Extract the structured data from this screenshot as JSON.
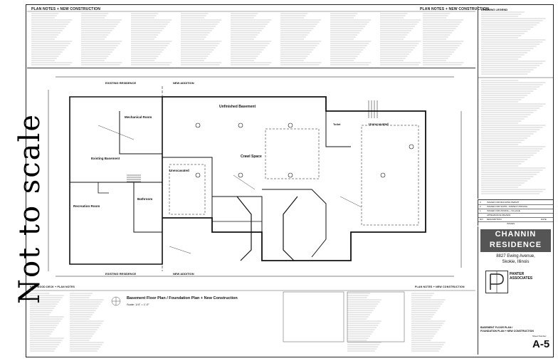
{
  "sheet": {
    "stamp": "Not to scale",
    "notes_header_left": "PLAN NOTES + NEW CONSTRUCTION",
    "notes_header_right": "PLAN NOTES + NEW CONSTRUCTION",
    "legend_title": "DRAWING LEGEND",
    "mid_notes_header": "PLAN NOTES + NEW CONSTRUCTION",
    "bottom_notes_header": "PLAN NOTES + NEW CONSTRUCTION",
    "bottom_left_header": "NEW WOOD DECK + PLAN NOTES"
  },
  "plan": {
    "title": "Basement Floor Plan / Foundation Plan + New Construction",
    "scale": "Scale: 1/4\" = 1'-0\"",
    "labels": {
      "existing_residence_top": "EXISTING RESIDENCE",
      "new_addition_top": "NEW ADDITION",
      "existing_residence_bottom": "EXISTING RESIDENCE",
      "new_addition_bottom": "NEW ADDITION",
      "unfinished_basement": "Unfinished Basement",
      "mechanical_room": "Mechanical Room",
      "existing_basement": "Existing Basement",
      "crawl_space": "Crawl Space",
      "unexcavated_left": "Unexcavated",
      "unexcavated_right": "Unexcavated",
      "recreation_room": "Recreation Room",
      "bathroom": "Bathroom",
      "toilet": "Toilet"
    }
  },
  "title_block": {
    "project_name_line1": "CHANNIN",
    "project_name_line2": "RESIDENCE",
    "address_line1": "8827 Ewing Avenue,",
    "address_line2": "Skokie, Illinois",
    "firm_line1": "PANTER",
    "firm_line2": "ASSOCIATES",
    "sheet_title_line1": "BASEMENT FLOOR PLAN /",
    "sheet_title_line2": "FOUNDATION PLAN + NEW CONSTRUCTION",
    "sheet_number": "A-5",
    "sheet_number_label": "Sheet Number:"
  },
  "revisions": {
    "rows": [
      {
        "no": "3",
        "desc": "ISSUED FOR BUILDING PERMIT",
        "date": ""
      },
      {
        "no": "2",
        "desc": "ISSUED FOR SUPPL. INSPECT PRICING",
        "date": ""
      },
      {
        "no": "1",
        "desc": "ISSUED FOR ZONING + VILLAGE",
        "date": ""
      },
      {
        "no": "",
        "desc": "APPEARANCE REVIEW",
        "date": ""
      },
      {
        "no": "NO.",
        "desc": "DESCRIPTION",
        "date": "DATE"
      }
    ],
    "footer": "ISSUES"
  }
}
